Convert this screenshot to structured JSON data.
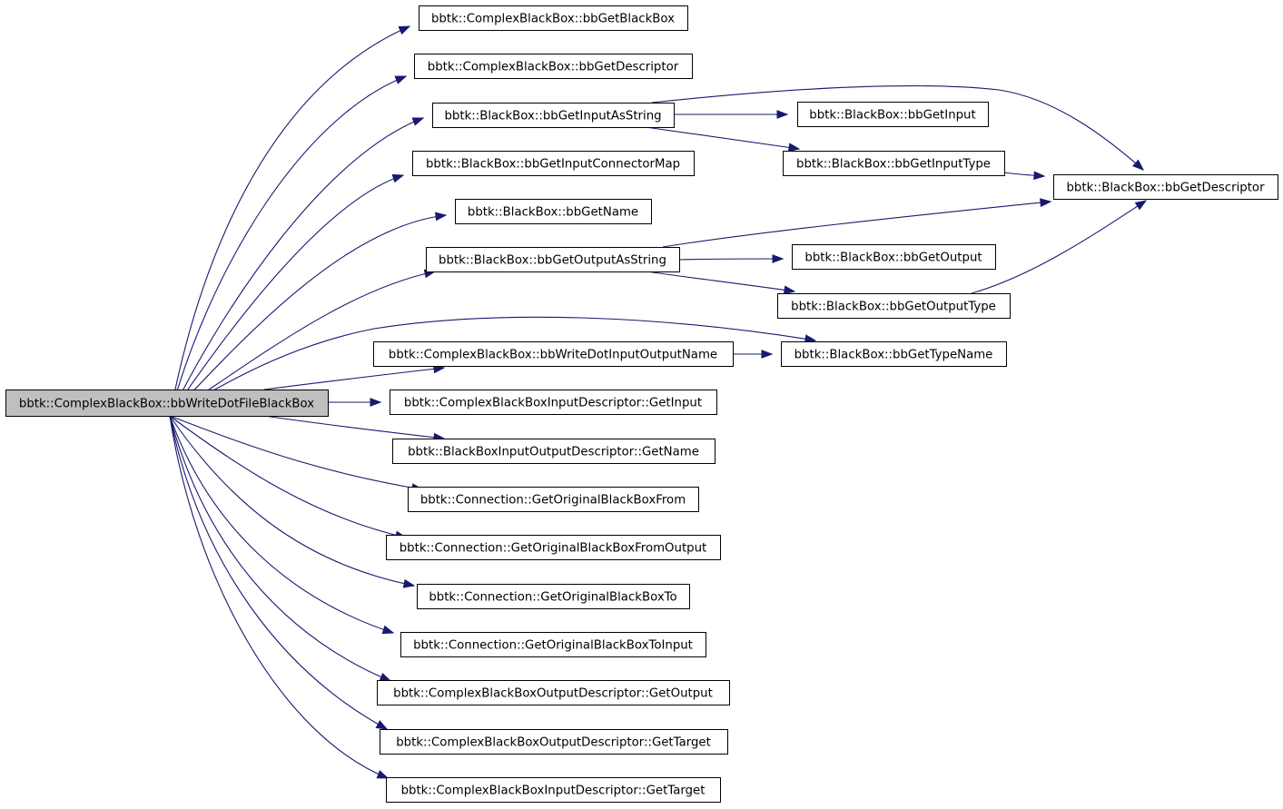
{
  "nodes": [
    {
      "id": "root",
      "label": "bbtk::ComplexBlackBox::bbWriteDotFileBlackBox"
    },
    {
      "id": "cbb_getblackbox",
      "label": "bbtk::ComplexBlackBox::bbGetBlackBox"
    },
    {
      "id": "cbb_getdescriptor",
      "label": "bbtk::ComplexBlackBox::bbGetDescriptor"
    },
    {
      "id": "bb_getinputasstring",
      "label": "bbtk::BlackBox::bbGetInputAsString"
    },
    {
      "id": "bb_getinputconnectormap",
      "label": "bbtk::BlackBox::bbGetInputConnectorMap"
    },
    {
      "id": "bb_getname",
      "label": "bbtk::BlackBox::bbGetName"
    },
    {
      "id": "bb_getoutputasstring",
      "label": "bbtk::BlackBox::bbGetOutputAsString"
    },
    {
      "id": "cbb_writedotinputoutputname",
      "label": "bbtk::ComplexBlackBox::bbWriteDotInputOutputName"
    },
    {
      "id": "cbbid_getinput",
      "label": "bbtk::ComplexBlackBoxInputDescriptor::GetInput"
    },
    {
      "id": "bbiod_getname",
      "label": "bbtk::BlackBoxInputOutputDescriptor::GetName"
    },
    {
      "id": "conn_frombox",
      "label": "bbtk::Connection::GetOriginalBlackBoxFrom"
    },
    {
      "id": "conn_fromoutput",
      "label": "bbtk::Connection::GetOriginalBlackBoxFromOutput"
    },
    {
      "id": "conn_tobox",
      "label": "bbtk::Connection::GetOriginalBlackBoxTo"
    },
    {
      "id": "conn_toinput",
      "label": "bbtk::Connection::GetOriginalBlackBoxToInput"
    },
    {
      "id": "cbbod_getoutput",
      "label": "bbtk::ComplexBlackBoxOutputDescriptor::GetOutput"
    },
    {
      "id": "cbbod_gettarget",
      "label": "bbtk::ComplexBlackBoxOutputDescriptor::GetTarget"
    },
    {
      "id": "cbbid_gettarget",
      "label": "bbtk::ComplexBlackBoxInputDescriptor::GetTarget"
    },
    {
      "id": "bb_getinput",
      "label": "bbtk::BlackBox::bbGetInput"
    },
    {
      "id": "bb_getinputtype",
      "label": "bbtk::BlackBox::bbGetInputType"
    },
    {
      "id": "bb_getoutput",
      "label": "bbtk::BlackBox::bbGetOutput"
    },
    {
      "id": "bb_getoutputtype",
      "label": "bbtk::BlackBox::bbGetOutputType"
    },
    {
      "id": "bb_gettypename",
      "label": "bbtk::BlackBox::bbGetTypeName"
    },
    {
      "id": "bb_getdescriptor",
      "label": "bbtk::BlackBox::bbGetDescriptor"
    }
  ],
  "edges": [
    [
      "root",
      "cbb_getblackbox"
    ],
    [
      "root",
      "cbb_getdescriptor"
    ],
    [
      "root",
      "bb_getinputasstring"
    ],
    [
      "root",
      "bb_getinputconnectormap"
    ],
    [
      "root",
      "bb_getname"
    ],
    [
      "root",
      "bb_getoutputasstring"
    ],
    [
      "root",
      "bb_gettypename"
    ],
    [
      "root",
      "cbb_writedotinputoutputname"
    ],
    [
      "root",
      "cbbid_getinput"
    ],
    [
      "root",
      "bbiod_getname"
    ],
    [
      "root",
      "conn_frombox"
    ],
    [
      "root",
      "conn_fromoutput"
    ],
    [
      "root",
      "conn_tobox"
    ],
    [
      "root",
      "conn_toinput"
    ],
    [
      "root",
      "cbbod_getoutput"
    ],
    [
      "root",
      "cbbod_gettarget"
    ],
    [
      "root",
      "cbbid_gettarget"
    ],
    [
      "bb_getinputasstring",
      "bb_getdescriptor"
    ],
    [
      "bb_getinputasstring",
      "bb_getinput"
    ],
    [
      "bb_getinputasstring",
      "bb_getinputtype"
    ],
    [
      "bb_getinputtype",
      "bb_getdescriptor"
    ],
    [
      "bb_getoutputasstring",
      "bb_getdescriptor"
    ],
    [
      "bb_getoutputasstring",
      "bb_getoutput"
    ],
    [
      "bb_getoutputasstring",
      "bb_getoutputtype"
    ],
    [
      "bb_getoutputtype",
      "bb_getdescriptor"
    ],
    [
      "cbb_writedotinputoutputname",
      "bb_gettypename"
    ]
  ]
}
